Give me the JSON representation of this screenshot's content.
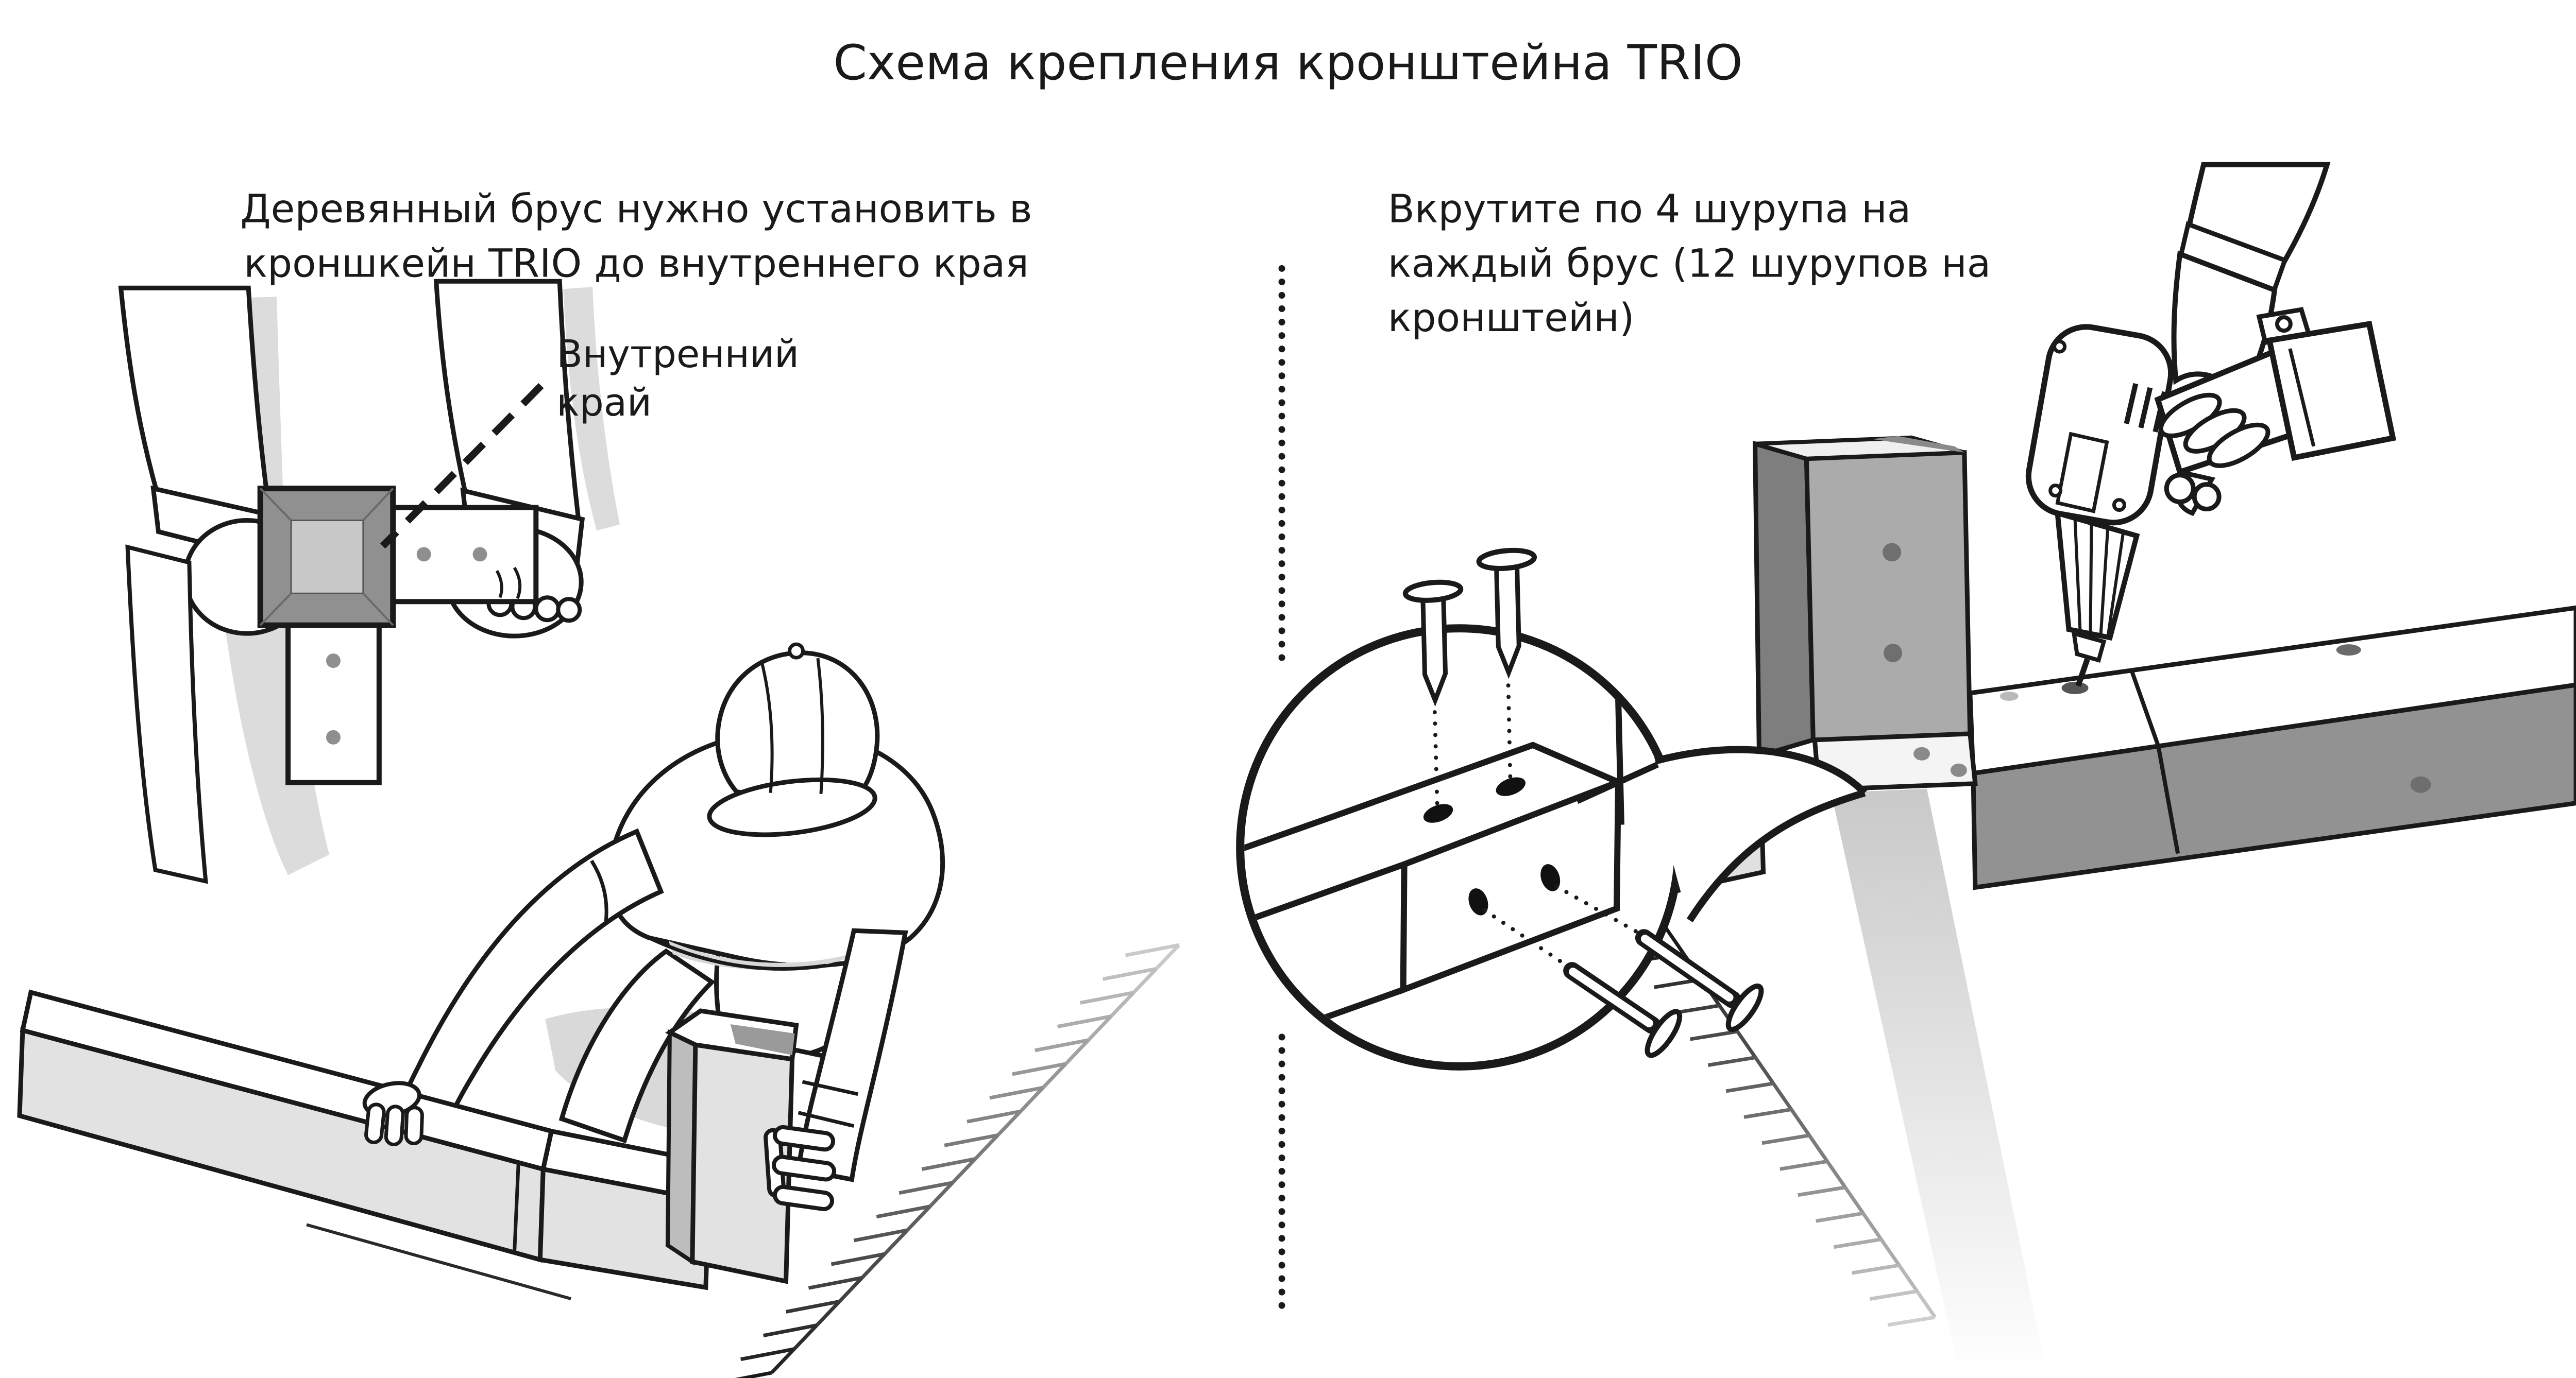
{
  "title": "Схема крепления кронштейна TRIO",
  "left_panel": {
    "instruction_line1": "Деревянный брус нужно установить в",
    "instruction_line2": "кроншкейн TRIO до внутреннего края",
    "callout": {
      "line1": "Внутренний",
      "line2": "край"
    }
  },
  "right_panel": {
    "instruction_line1": "Вкрутите по 4 шурупа на",
    "instruction_line2": "каждый брус (12 шурупов на",
    "instruction_line3": "кронштейн)"
  },
  "colors": {
    "ink": "#1a1a1a",
    "beam_face_gray": "#e2e2e2",
    "bracket_socket_frame": "#909090",
    "bracket_socket_inner": "#c8c8c8",
    "column_front": "#ababab",
    "column_side": "#7e7e7e",
    "hole_gray": "#8f8f8f",
    "shadow_gray": "#dcdcdc",
    "divider_dot": "#8f8f8f"
  }
}
